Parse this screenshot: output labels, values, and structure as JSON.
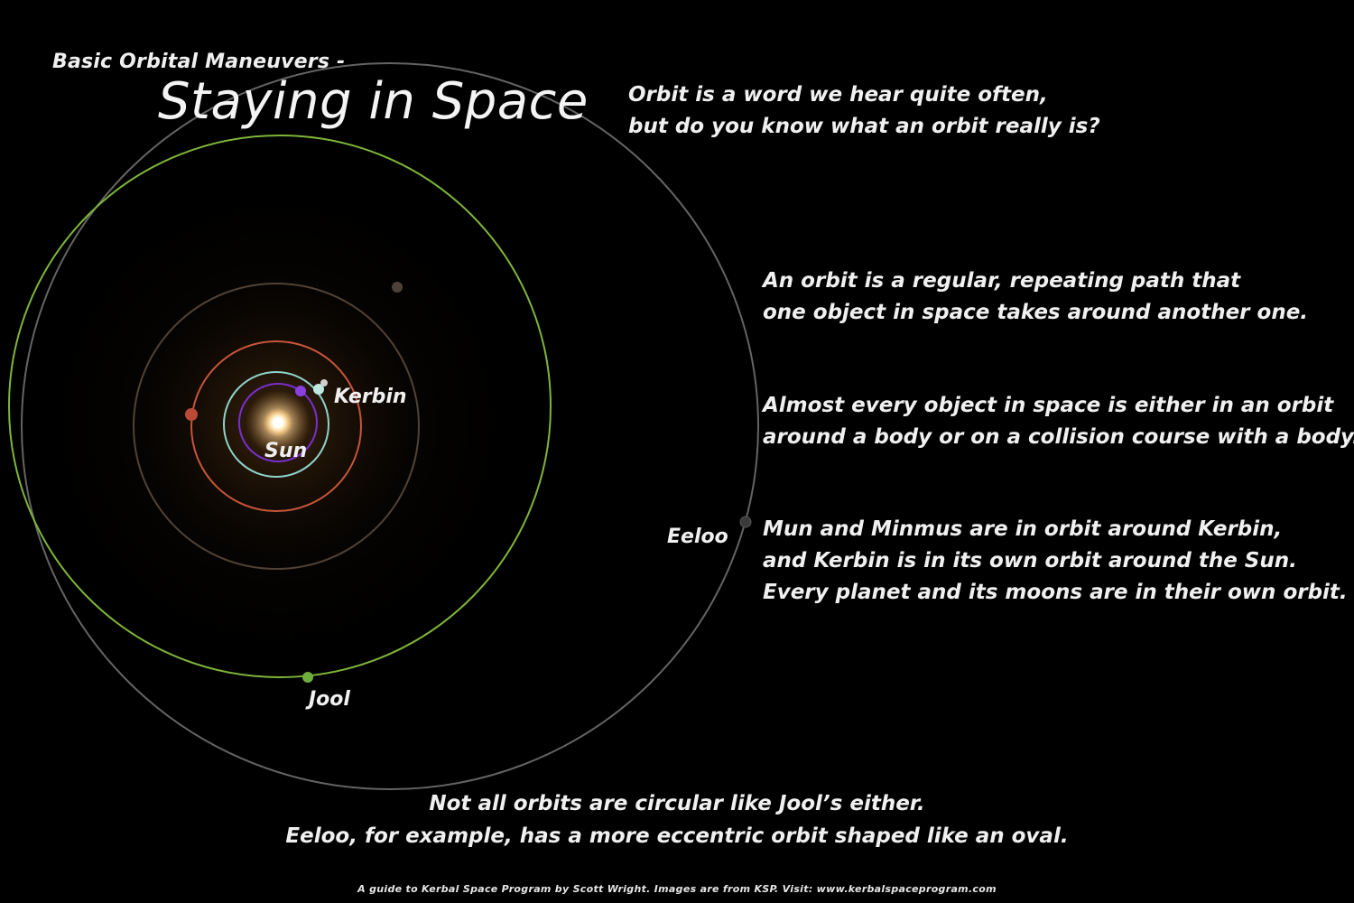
{
  "header": {
    "subtitle": "Basic Orbital Maneuvers -",
    "title": "Staying in Space"
  },
  "intro": {
    "line1": "Orbit is a word we hear quite often,",
    "line2": "but do you know what an orbit really is?"
  },
  "paragraphs": [
    {
      "line1": "An orbit is a regular, repeating path that",
      "line2": "one object in space takes around another one."
    },
    {
      "line1": "Almost every object in space is either in an orbit",
      "line2": "around a body or on a collision course with a body."
    },
    {
      "line1": "Mun and Minmus are in orbit around Kerbin,",
      "line2": "and Kerbin is in its own orbit around the Sun.",
      "line3": "Every planet and its moons are in their own orbit."
    }
  ],
  "bottom_note": {
    "line1": "Not all orbits are circular like Jool’s either.",
    "line2": "Eeloo, for example, has a more eccentric orbit shaped like an oval."
  },
  "footer": "A guide to Kerbal Space Program by Scott Wright.  Images are from KSP.  Visit:  www.kerbalspaceprogram.com",
  "labels": {
    "kerbin": "Kerbin",
    "sun": "Sun",
    "eeloo": "Eeloo",
    "jool": "Jool"
  },
  "colors": {
    "background": "#000000",
    "moho_orbit": "#7a2fd0",
    "kerbin_orbit": "#8fd3cc",
    "duna_orbit": "#c8553a",
    "dres_orbit": "#6b5a4a",
    "jool_orbit": "#7fb539",
    "eeloo_orbit": "#6f6f6f",
    "sun": "#fff6d8",
    "text": "#f0f0f0"
  }
}
